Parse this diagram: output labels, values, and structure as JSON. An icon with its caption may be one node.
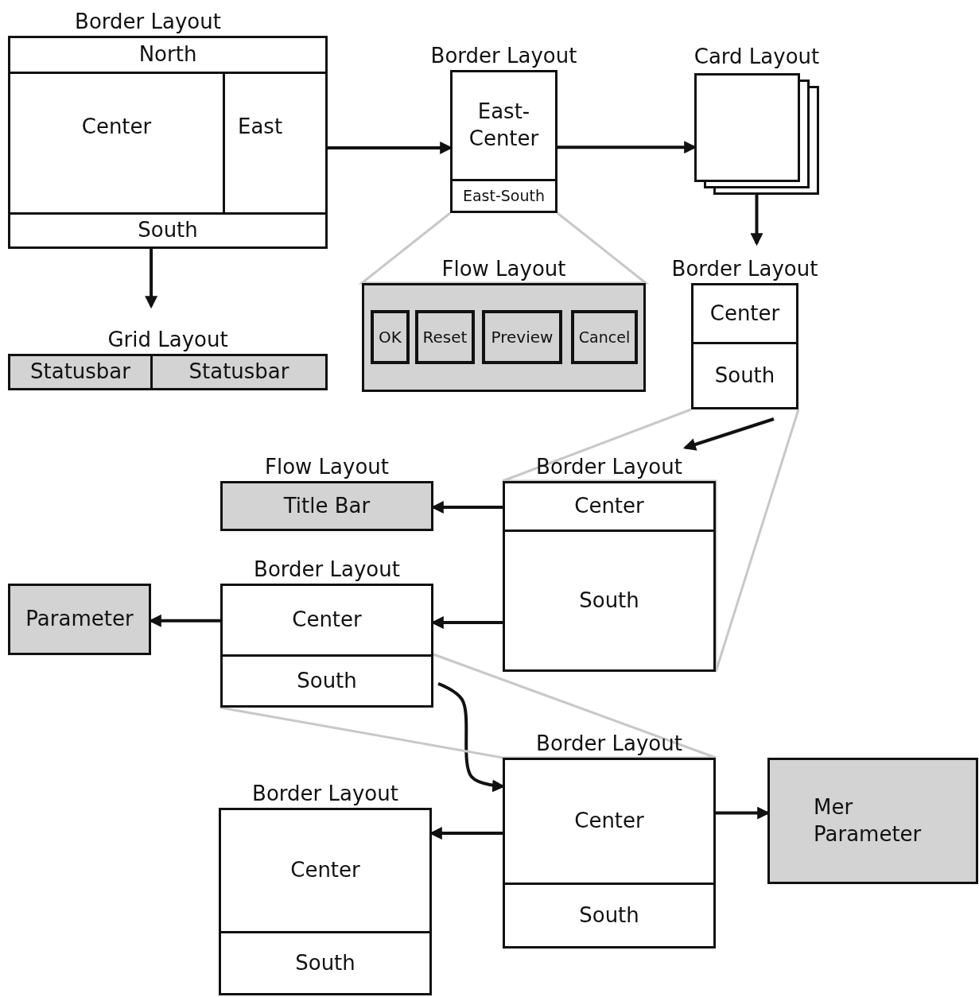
{
  "diagram": {
    "nodes": [
      {
        "text": [
          "Border Layout"
        ]
      },
      {
        "text": [
          "North"
        ],
        "in": 0
      },
      {
        "text": [
          "Center"
        ],
        "in": 0
      },
      {
        "text": [
          "East"
        ],
        "in": 0
      },
      {
        "text": [
          "South"
        ],
        "in": 0
      },
      {
        "text": [
          "Grid Layout"
        ]
      },
      {
        "text": [
          "Statusbar"
        ],
        "in": 5
      },
      {
        "text": [
          "Statusbar"
        ],
        "in": 5
      },
      {
        "text": [
          "Border Layout"
        ]
      },
      {
        "text": [
          "East- Center"
        ],
        "in": 8
      },
      {
        "text": [
          "East-South"
        ],
        "in": 8
      },
      {
        "text": [
          "Flow Layout"
        ]
      },
      {
        "text": [
          "OK"
        ],
        "in": 11
      },
      {
        "text": [
          "Reset"
        ],
        "in": 11
      },
      {
        "text": [
          "Preview"
        ],
        "in": 11
      },
      {
        "text": [
          "Cancel"
        ],
        "in": 11
      },
      {
        "text": [
          "Card Layout"
        ]
      },
      {
        "text": [
          "Border Layout"
        ]
      },
      {
        "text": [
          "Center"
        ],
        "in": 17
      },
      {
        "text": [
          "South"
        ],
        "in": 17
      },
      {
        "text": [
          "Flow Layout",
          "Title Bar"
        ]
      },
      {
        "text": [
          "Border Layout"
        ]
      },
      {
        "text": [
          "Center"
        ],
        "in": 21
      },
      {
        "text": [
          "South"
        ],
        "in": 21
      },
      {
        "text": [
          "Border Layout"
        ]
      },
      {
        "text": [
          "Center"
        ],
        "in": 24
      },
      {
        "text": [
          "South"
        ],
        "in": 24
      },
      {
        "text": [
          "Parameter"
        ]
      },
      {
        "text": [
          "Border Layout"
        ]
      },
      {
        "text": [
          "Center"
        ],
        "in": 28
      },
      {
        "text": [
          "South"
        ],
        "in": 28
      },
      {
        "text": [
          "Mer Parameter"
        ]
      },
      {
        "text": [
          "Border Layout"
        ]
      },
      {
        "text": [
          "Center"
        ],
        "in": 32
      },
      {
        "text": [
          "South"
        ],
        "in": 32
      }
    ],
    "edges": [
      {
        "from": 0,
        "to": 8,
        "arrow": "to"
      },
      {
        "from": 8,
        "to": 16,
        "arrow": "to"
      },
      {
        "from": 16,
        "to": 17,
        "arrow": "to"
      },
      {
        "from": 0,
        "to": 5,
        "arrow": "to"
      },
      {
        "from": 17,
        "to": 21,
        "arrow": "to"
      },
      {
        "from": 21,
        "to": 20,
        "arrow": "to"
      },
      {
        "from": 21,
        "to": 24,
        "arrow": "to"
      },
      {
        "from": 24,
        "to": 27,
        "arrow": "to"
      },
      {
        "from": 26,
        "to": 28,
        "arrow": "to"
      },
      {
        "from": 28,
        "to": 32,
        "arrow": "to"
      },
      {
        "from": 28,
        "to": 31,
        "arrow": "to"
      },
      {
        "from": 10,
        "to": 11,
        "arrow": "none",
        "color": "#c8c8c8"
      },
      {
        "from": 19,
        "to": 21,
        "arrow": "none",
        "color": "#c8c8c8"
      },
      {
        "from": 26,
        "to": 28,
        "arrow": "none",
        "color": "#c8c8c8"
      }
    ]
  }
}
